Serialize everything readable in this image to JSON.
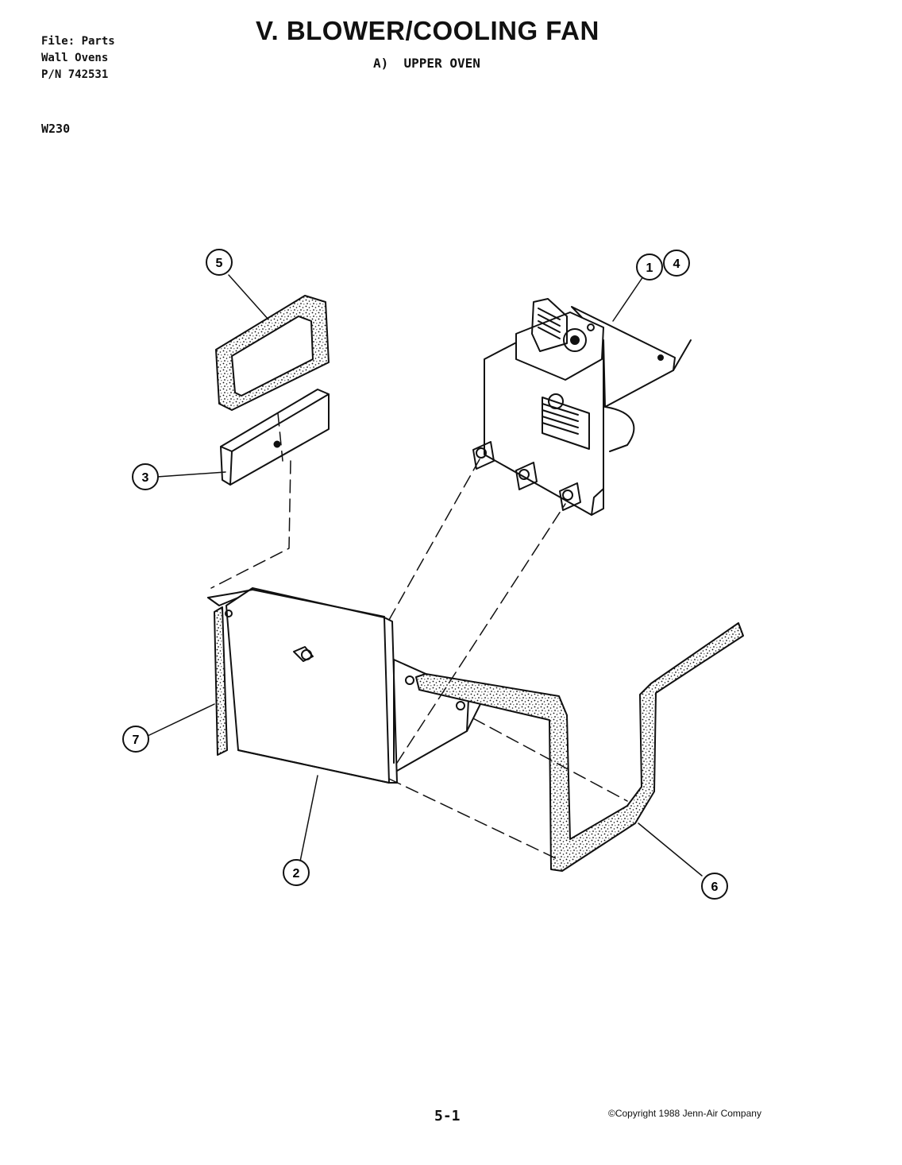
{
  "header": {
    "file_line1": "File: Parts",
    "file_line2": "Wall Ovens",
    "file_line3": "P/N 742531",
    "model": "W230",
    "title": "V. BLOWER/COOLING FAN",
    "subtitle": "A)  UPPER OVEN"
  },
  "callouts": {
    "c1": "1",
    "c2": "2",
    "c3": "3",
    "c4": "4",
    "c5": "5",
    "c6": "6",
    "c7": "7"
  },
  "footer": {
    "page_number": "5-1",
    "copyright": "©Copyright 1988 Jenn-Air Company"
  },
  "colors": {
    "ink": "#111111",
    "paper": "#ffffff"
  }
}
